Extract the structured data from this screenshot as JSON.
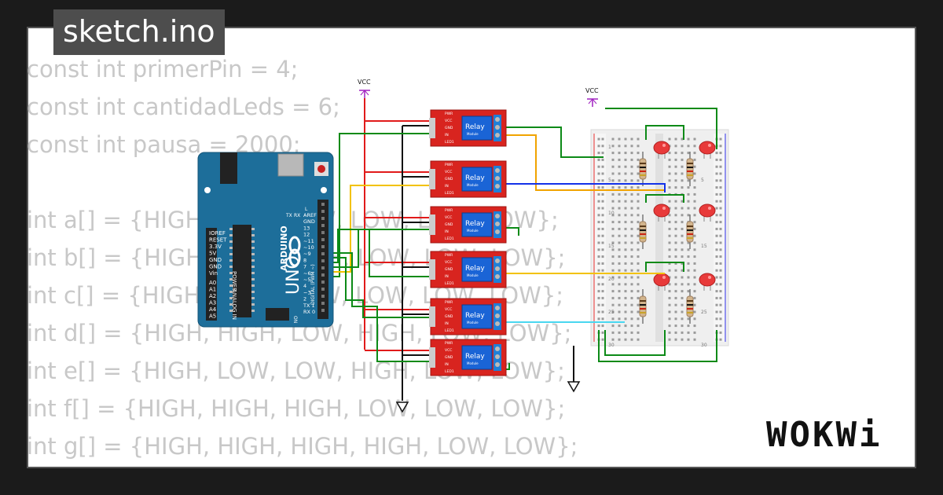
{
  "title": "sketch.ino",
  "logo": "WOKWi",
  "code_lines": [
    "const int primerPin = 4;",
    "const int cantidadLeds = 6;",
    "const int pausa = 2000;",
    "",
    "int a[] = {HIGH, LOW, LOW, LOW, LOW, LOW};",
    "int b[] = {HIGH, LOW, HIGH, LOW, LOW, LOW};",
    "int c[] = {HIGH, HIGH, LOW, LOW, LOW, LOW};",
    "int d[] = {HIGH, HIGH, LOW, HIGH, LOW, LOW};",
    "int e[] = {HIGH, LOW, LOW, HIGH, LOW, LOW};",
    "int f[] = {HIGH, HIGH, HIGH, LOW, LOW, LOW};",
    "int g[] = {HIGH, HIGH, HIGH, HIGH, LOW, LOW};"
  ],
  "circuit": {
    "vcc_label": "VCC",
    "arduino": {
      "brand": "ARDUINO",
      "model": "UNO",
      "on_label": "ON",
      "power_header": "POWER",
      "analog_header": "ANALOG IN",
      "digital_header": "DIGITAL (PWM ~)",
      "power_pins": [
        "IOREF",
        "RESET",
        "3.3V",
        "5V",
        "GND",
        "GND",
        "Vin"
      ],
      "analog_pins": [
        "A0",
        "A1",
        "A2",
        "A3",
        "A4",
        "A5"
      ],
      "digital_pins": [
        "AREF",
        "GND",
        "13",
        "12",
        "~11",
        "~10",
        "~9",
        "8",
        "7",
        "~6",
        "~5",
        "4",
        "~3",
        "2",
        "TX 1",
        "RX 0"
      ],
      "tx_label": "TX",
      "rx_label": "RX",
      "l_label": "L"
    },
    "relay": {
      "label": "Relay",
      "sub_label": "Module",
      "pins": [
        "PWR",
        "VCC",
        "GND",
        "IN",
        "LED1"
      ],
      "count": 6
    },
    "breadboard": {
      "row_numbers": [
        "1",
        "5",
        "10",
        "15",
        "20",
        "25",
        "30"
      ],
      "led_count": 6,
      "resistor_count": 6
    },
    "wire_colors": {
      "power": "#e11a1a",
      "ground": "#111111",
      "signal_green": "#0c8a17",
      "signal_yellow": "#f2c200",
      "signal_blue": "#1432e8",
      "signal_cyan": "#49d7f0",
      "signal_orange": "#f1a300",
      "vcc_symbol": "#a020c0"
    }
  }
}
